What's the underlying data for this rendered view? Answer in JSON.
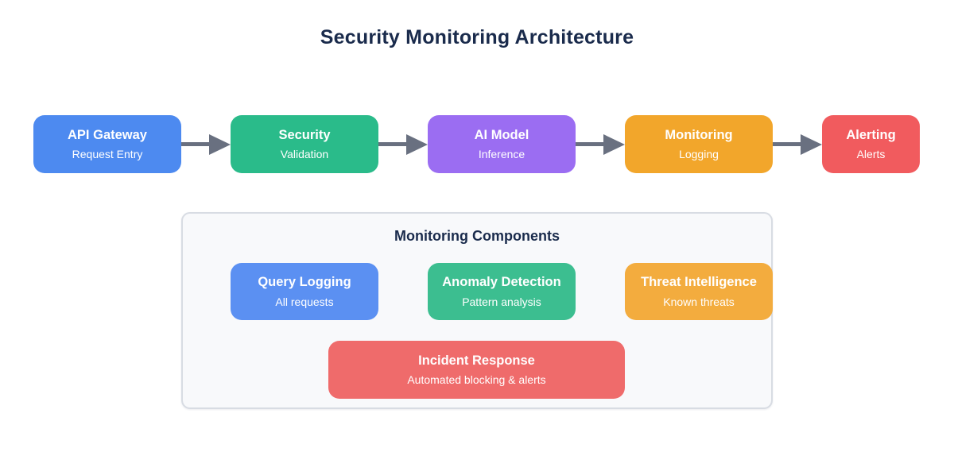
{
  "title": "Security Monitoring Architecture",
  "colors": {
    "heading": "#1A2B4C",
    "arrow": "#697080",
    "panel_bg": "#F8F9FB",
    "panel_border": "#D8DCE3",
    "node_text": "#FFFFFF"
  },
  "flow": {
    "nodes": [
      {
        "title": "API Gateway",
        "subtitle": "Request Entry",
        "color": "#4D8AF0"
      },
      {
        "title": "Security",
        "subtitle": "Validation",
        "color": "#2ABB8A"
      },
      {
        "title": "AI Model",
        "subtitle": "Inference",
        "color": "#9B6DF2"
      },
      {
        "title": "Monitoring",
        "subtitle": "Logging",
        "color": "#F2A62B"
      },
      {
        "title": "Alerting",
        "subtitle": "Alerts",
        "color": "#F15B5E"
      }
    ]
  },
  "monitoring_components": {
    "heading": "Monitoring Components",
    "items": [
      {
        "title": "Query Logging",
        "subtitle": "All requests",
        "color": "#5B90F2"
      },
      {
        "title": "Anomaly Detection",
        "subtitle": "Pattern analysis",
        "color": "#3CBE90"
      },
      {
        "title": "Threat Intelligence",
        "subtitle": "Known threats",
        "color": "#F3AC3E"
      },
      {
        "title": "Incident Response",
        "subtitle": "Automated blocking & alerts",
        "color": "#EF6B6B"
      }
    ]
  }
}
